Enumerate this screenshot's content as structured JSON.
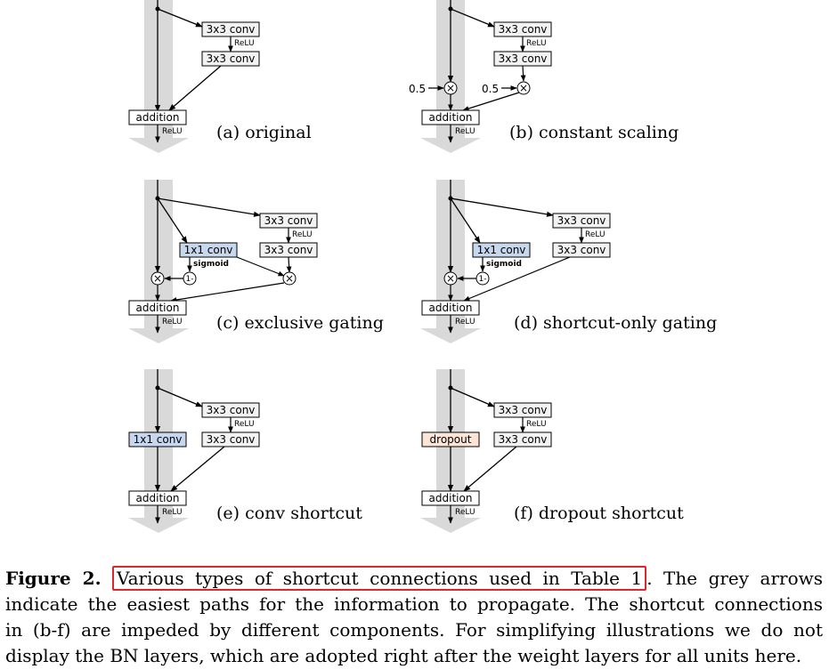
{
  "labels": {
    "conv3": "3x3 conv",
    "conv1": "1x1 conv",
    "relu": "ReLU",
    "addition": "addition",
    "sigmoid": "sigmoid",
    "one_minus": "1-",
    "times": "×",
    "scale": "0.5",
    "dropout": "dropout"
  },
  "panels": [
    {
      "id": "a",
      "label": "(a) original"
    },
    {
      "id": "b",
      "label": "(b) constant scaling"
    },
    {
      "id": "c",
      "label": "(c) exclusive gating"
    },
    {
      "id": "d",
      "label": "(d) shortcut-only gating"
    },
    {
      "id": "e",
      "label": "(e) conv shortcut"
    },
    {
      "id": "f",
      "label": "(f) dropout shortcut"
    }
  ],
  "caption": {
    "figure_label": "Figure 2.",
    "highlighted": "Various types of shortcut connections used in Table 1",
    "line1_rest": ". The grey arrows",
    "line2": "indicate the easiest paths for the information to propagate. The shortcut connections",
    "line3": "in (b-f) are impeded by different components. For simplifying illustrations we do not",
    "line4": "display the BN layers, which are adopted right after the weight layers for all units here."
  },
  "colors": {
    "grey_arrow": "#d9d9d9",
    "box_fill": "#f2f2f2",
    "conv1_fill": "#c6d7ee",
    "dropout_fill": "#fbe5d6",
    "highlight_border": "#e0262b"
  }
}
